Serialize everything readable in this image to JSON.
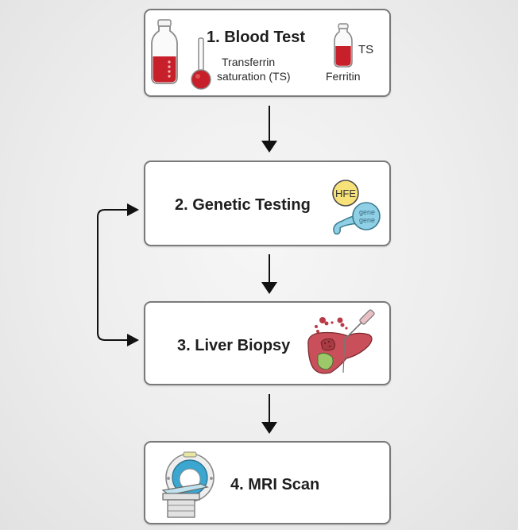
{
  "diagram": {
    "type": "flowchart",
    "steps": [
      {
        "title": "1. Blood Test",
        "labels": [
          "Transferrin",
          "saturation (TS)"
        ],
        "side_labels": {
          "ts": "TS",
          "ferritin": "Ferritin"
        },
        "icons": [
          "blood-vial-icon",
          "flask-icon",
          "small-vial-icon"
        ]
      },
      {
        "title": "2. Genetic Testing",
        "badge": "HFE",
        "gene_text": [
          "gene",
          "gene"
        ],
        "icons": [
          "hfe-gene-icon"
        ]
      },
      {
        "title": "3. Liver Biopsy",
        "icons": [
          "liver-biopsy-icon"
        ]
      },
      {
        "title": "4. MRI Scan",
        "icons": [
          "mri-scanner-icon"
        ]
      }
    ],
    "connections": [
      {
        "from": "1. Blood Test",
        "to": "2. Genetic Testing",
        "kind": "arrow"
      },
      {
        "from": "2. Genetic Testing",
        "to": "3. Liver Biopsy",
        "kind": "arrow"
      },
      {
        "from": "3. Liver Biopsy",
        "to": "4. MRI Scan",
        "kind": "arrow"
      },
      {
        "from": "2. Genetic Testing",
        "to": "3. Liver Biopsy",
        "kind": "bidirectional-bracket"
      }
    ],
    "colors": {
      "blood": "#c8202a",
      "hfe_bubble": "#f7e27a",
      "gene_bubble": "#8fd0e6",
      "liver": "#c9505a",
      "gallbladder": "#9cc86a",
      "mri_ring": "#3ba6d0"
    }
  }
}
